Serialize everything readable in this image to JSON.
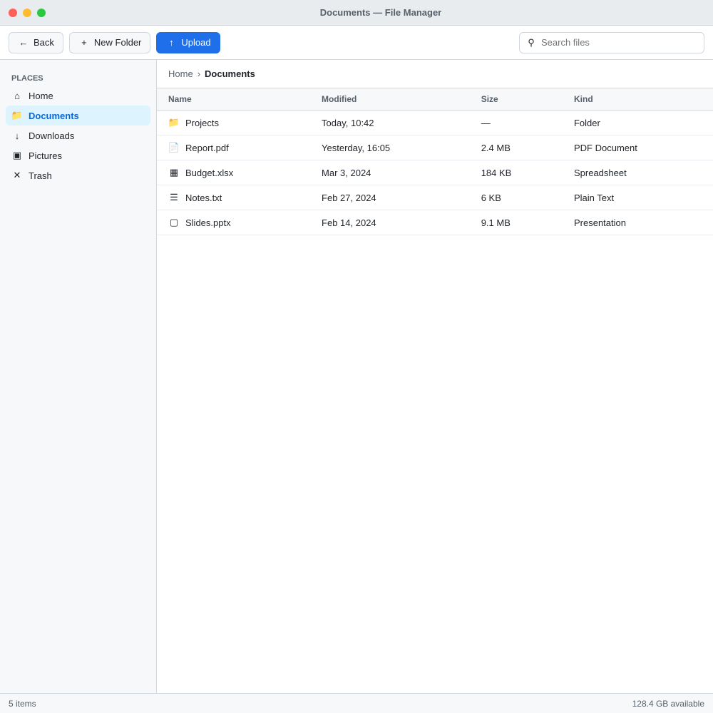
{
  "window": {
    "title": "Documents — File Manager"
  },
  "toolbar": {
    "back_label": "Back",
    "new_folder_label": "New Folder",
    "upload_label": "Upload",
    "search_placeholder": "Search files"
  },
  "sidebar": {
    "heading": "Places",
    "items": [
      {
        "label": "Home",
        "icon": "home-icon"
      },
      {
        "label": "Documents",
        "icon": "folder-icon"
      },
      {
        "label": "Downloads",
        "icon": "download-icon"
      },
      {
        "label": "Pictures",
        "icon": "image-icon"
      },
      {
        "label": "Trash",
        "icon": "trash-icon"
      }
    ]
  },
  "breadcrumb": [
    "Home",
    "Documents"
  ],
  "table": {
    "columns": [
      "Name",
      "Modified",
      "Size",
      "Kind"
    ],
    "rows": [
      {
        "name": "Projects",
        "modified": "Today, 10:42",
        "size": "—",
        "kind": "Folder"
      },
      {
        "name": "Report.pdf",
        "modified": "Yesterday, 16:05",
        "size": "2.4 MB",
        "kind": "PDF Document"
      },
      {
        "name": "Budget.xlsx",
        "modified": "Mar 3, 2024",
        "size": "184 KB",
        "kind": "Spreadsheet"
      },
      {
        "name": "Notes.txt",
        "modified": "Feb 27, 2024",
        "size": "6 KB",
        "kind": "Plain Text"
      },
      {
        "name": "Slides.pptx",
        "modified": "Feb 14, 2024",
        "size": "9.1 MB",
        "kind": "Presentation"
      }
    ]
  },
  "statusbar": {
    "count": "5 items",
    "free_space": "128.4 GB available"
  }
}
